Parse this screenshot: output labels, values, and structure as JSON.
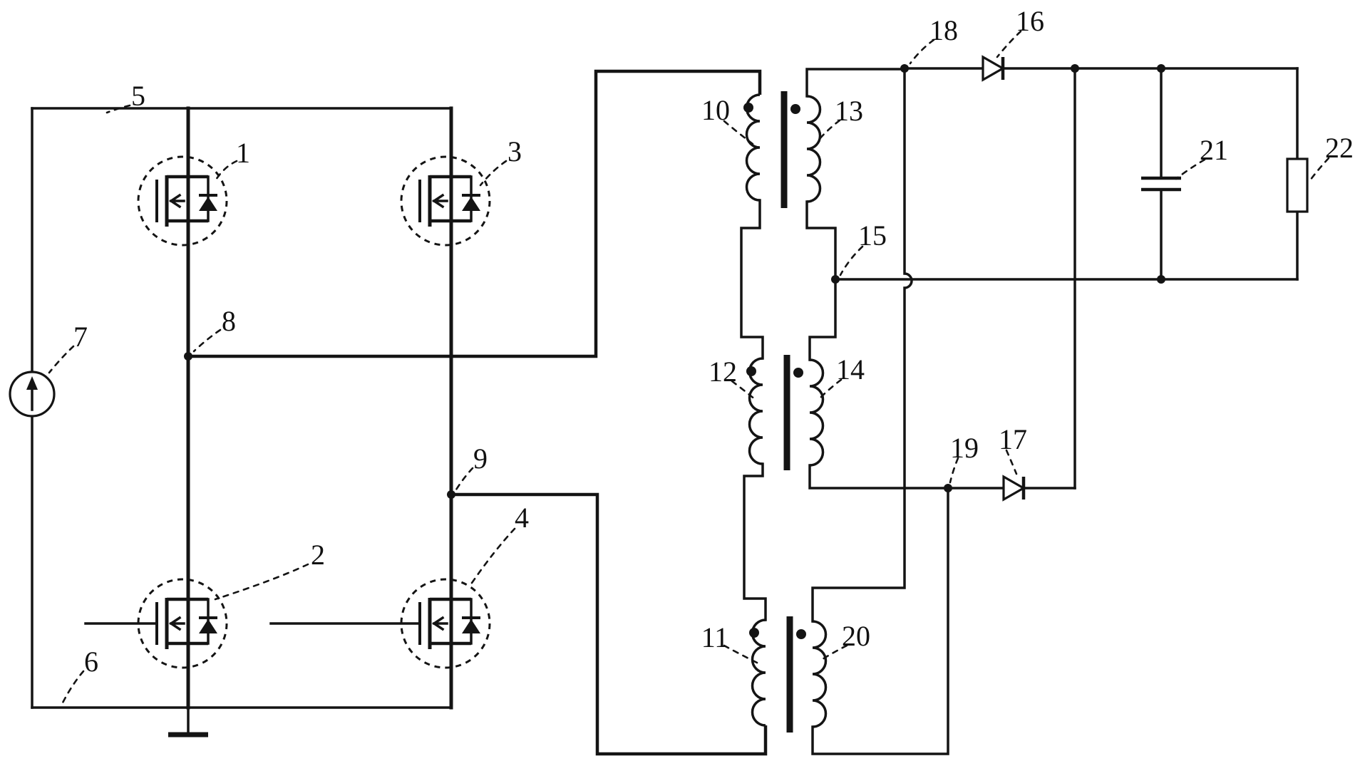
{
  "figure": {
    "type": "patent-circuit-schematic",
    "description": "Full-bridge DC/DC converter: four MOSFET bridge switches, DC source, three series-connected transformers with dotted windings, two-diode output rectifier, filter capacitor and load resistor",
    "background_color": "#ffffff",
    "line_color": "#141414"
  },
  "components": [
    {
      "ref": "1",
      "name": "mosfet-1",
      "description": "upper-left bridge MOSFET with body diode"
    },
    {
      "ref": "2",
      "name": "mosfet-2",
      "description": "lower-left bridge MOSFET with body diode"
    },
    {
      "ref": "3",
      "name": "mosfet-3",
      "description": "upper-right bridge MOSFET with body diode"
    },
    {
      "ref": "4",
      "name": "mosfet-4",
      "description": "lower-right bridge MOSFET with body diode"
    },
    {
      "ref": "5",
      "name": "positive-dc-bus",
      "description": "top supply rail"
    },
    {
      "ref": "6",
      "name": "negative-dc-bus",
      "description": "bottom supply rail"
    },
    {
      "ref": "7",
      "name": "dc-source",
      "description": "DC input source with upward arrow"
    },
    {
      "ref": "8",
      "name": "bridge-node-a",
      "description": "left bridge-leg midpoint node"
    },
    {
      "ref": "9",
      "name": "bridge-node-b",
      "description": "right bridge-leg midpoint node"
    },
    {
      "ref": "10",
      "name": "primary-winding-t1",
      "description": "primary winding of top transformer"
    },
    {
      "ref": "11",
      "name": "primary-winding-t3",
      "description": "primary winding of bottom transformer"
    },
    {
      "ref": "12",
      "name": "primary-winding-t2",
      "description": "primary winding of middle transformer"
    },
    {
      "ref": "13",
      "name": "secondary-winding-t1",
      "description": "secondary winding of top transformer"
    },
    {
      "ref": "14",
      "name": "secondary-winding-t2",
      "description": "secondary winding of middle transformer"
    },
    {
      "ref": "15",
      "name": "secondary-common-node",
      "description": "secondary center-tap node to output return"
    },
    {
      "ref": "16",
      "name": "rectifier-diode-1",
      "description": "output rectifier diode, top branch"
    },
    {
      "ref": "17",
      "name": "rectifier-diode-2",
      "description": "output rectifier diode, lower branch"
    },
    {
      "ref": "18",
      "name": "secondary-node-1",
      "description": "junction of secondary 13/20 feeding diode 16"
    },
    {
      "ref": "19",
      "name": "secondary-node-2",
      "description": "junction of secondary 14/20 feeding diode 17"
    },
    {
      "ref": "20",
      "name": "secondary-winding-t3",
      "description": "secondary winding of bottom transformer"
    },
    {
      "ref": "21",
      "name": "filter-capacitor",
      "description": "output filter capacitor"
    },
    {
      "ref": "22",
      "name": "load-resistor",
      "description": "output load resistor"
    }
  ]
}
